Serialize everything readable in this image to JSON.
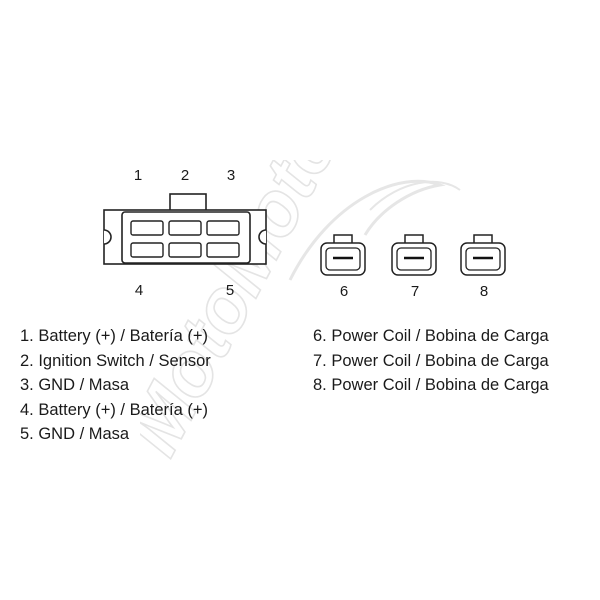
{
  "watermark": {
    "text": "MotoMoto"
  },
  "connector_main": {
    "pin_labels_top": [
      "1",
      "2",
      "3"
    ],
    "pin_labels_bottom": [
      "4",
      "5"
    ]
  },
  "connectors_small": [
    {
      "label": "6"
    },
    {
      "label": "7"
    },
    {
      "label": "8"
    }
  ],
  "legend_left": [
    "1. Battery (+) / Batería (+)",
    "2. Ignition Switch / Sensor",
    "3. GND / Masa",
    "4. Battery (+) / Batería (+)",
    "5. GND / Masa"
  ],
  "legend_right": [
    "6. Power Coil / Bobina de Carga",
    "7. Power Coil / Bobina de Carga",
    "8. Power Coil / Bobina de Carga"
  ]
}
